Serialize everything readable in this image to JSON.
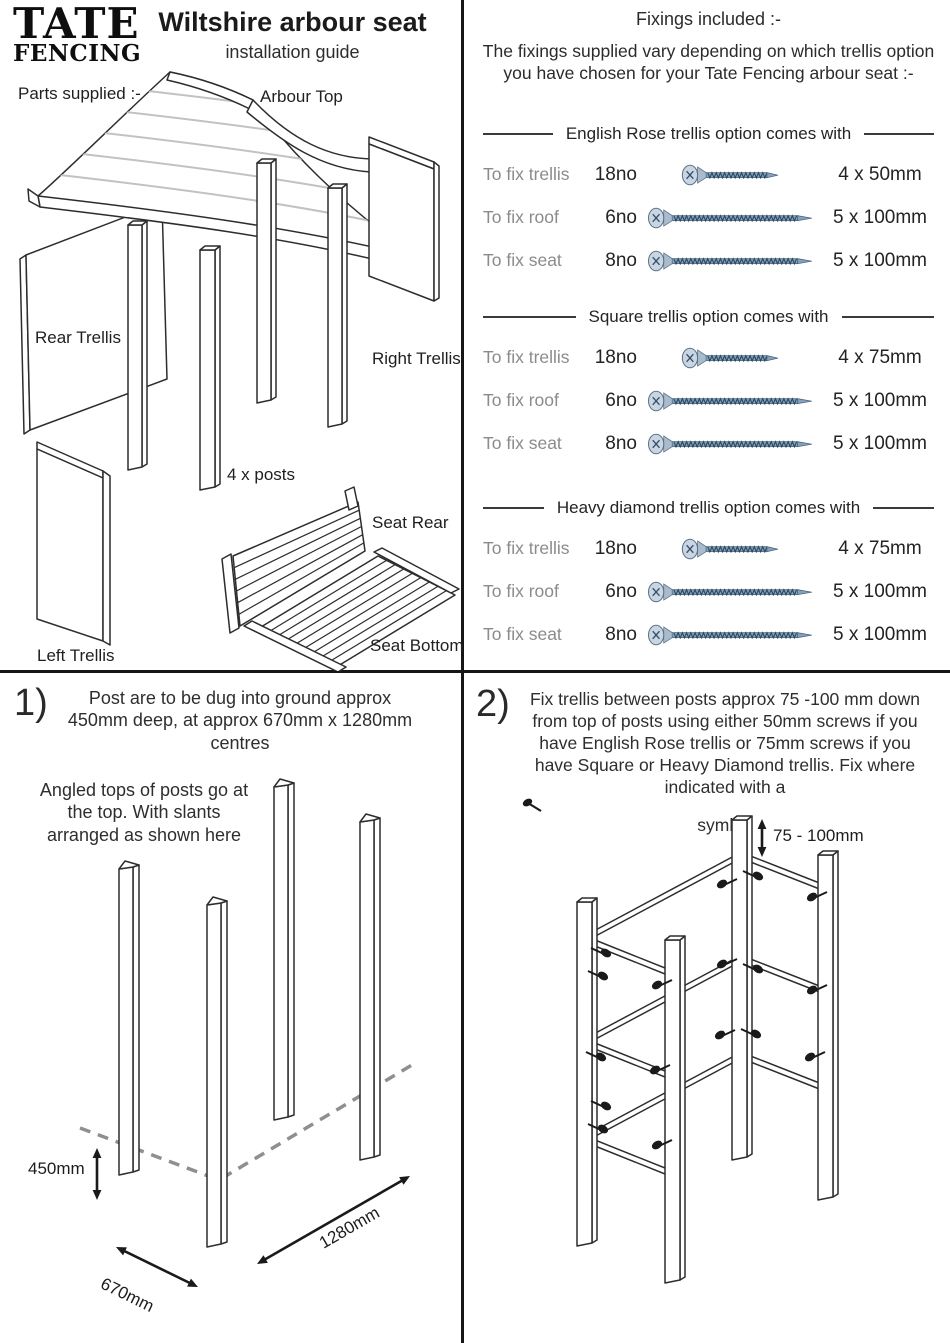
{
  "brand": {
    "name_top": "TATE",
    "name_bottom": "FENCING"
  },
  "header": {
    "title": "Wiltshire arbour seat",
    "subtitle": "installation guide",
    "parts_supplied_label": "Parts supplied :-"
  },
  "parts": {
    "arbour_top": "Arbour Top",
    "rear_trellis": "Rear Trellis",
    "right_trellis": "Right Trellis",
    "posts": "4 x posts",
    "seat_rear": "Seat Rear",
    "seat_bottom": "Seat Bottom",
    "left_trellis": "Left Trellis"
  },
  "fixings": {
    "title": "Fixings included :-",
    "intro": "The fixings supplied vary depending on which trellis option you have chosen for your Tate Fencing arbour seat :-",
    "options": [
      {
        "heading": "English Rose trellis option comes with",
        "rows": [
          {
            "label": "To fix trellis",
            "qty": "18no",
            "size": "4 x 50mm",
            "screw_icon": "screw-short"
          },
          {
            "label": "To fix roof",
            "qty": "6no",
            "size": "5 x 100mm",
            "screw_icon": "screw-long"
          },
          {
            "label": "To fix seat",
            "qty": "8no",
            "size": "5 x 100mm",
            "screw_icon": "screw-long"
          }
        ]
      },
      {
        "heading": "Square trellis option comes with",
        "rows": [
          {
            "label": "To fix trellis",
            "qty": "18no",
            "size": "4 x 75mm",
            "screw_icon": "screw-short"
          },
          {
            "label": "To fix roof",
            "qty": "6no",
            "size": "5 x 100mm",
            "screw_icon": "screw-long"
          },
          {
            "label": "To fix seat",
            "qty": "8no",
            "size": "5 x 100mm",
            "screw_icon": "screw-long"
          }
        ]
      },
      {
        "heading": "Heavy diamond trellis option comes with",
        "rows": [
          {
            "label": "To fix trellis",
            "qty": "18no",
            "size": "4 x 75mm",
            "screw_icon": "screw-short"
          },
          {
            "label": "To fix roof",
            "qty": "6no",
            "size": "5 x 100mm",
            "screw_icon": "screw-long"
          },
          {
            "label": "To fix seat",
            "qty": "8no",
            "size": "5 x 100mm",
            "screw_icon": "screw-long"
          }
        ]
      }
    ]
  },
  "steps": {
    "step1": {
      "number": "1)",
      "instruction": "Post are to be dug into ground approx 450mm deep, at approx 670mm x 1280mm centres",
      "note": "Angled tops of posts go at the top. With slants arranged as shown here",
      "dim_depth": "450mm",
      "dim_width": "670mm",
      "dim_length": "1280mm"
    },
    "step2": {
      "number": "2)",
      "text_before_icon": "Fix trellis between posts approx 75 -100 mm down from top of posts using either 50mm screws if you have English Rose trellis or 75mm screws if you have Square or  Heavy Diamond trellis. Fix where indicated with a",
      "text_after_icon": "symbol",
      "dim_offset": "75 - 100mm"
    }
  },
  "colors": {
    "line": "#2d2d2d",
    "divider": "#161616",
    "muted_label": "#8b8b8b",
    "screw_head": "#c9d5e1",
    "screw_body": "#87a0b8",
    "screw_thread": "#27465f",
    "dashed_ground": "#8f8f8f"
  }
}
